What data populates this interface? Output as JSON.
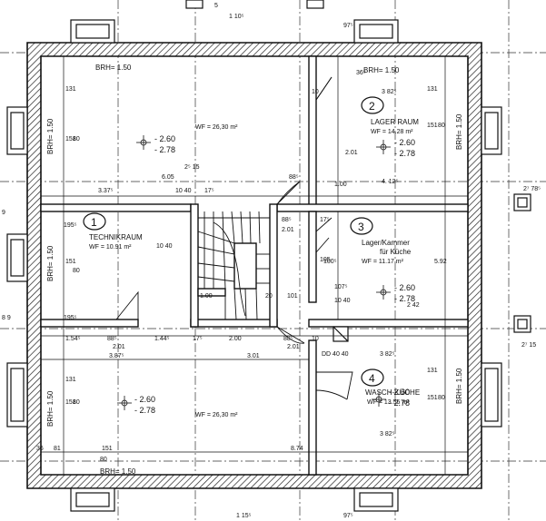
{
  "rooms": [
    {
      "num": "1",
      "name": "TECHNIKRAUM",
      "area": "WF = 10.91 m²"
    },
    {
      "num": "2",
      "name": "LAGER RAUM",
      "area": "WF = 14.28 m²"
    },
    {
      "num": "3",
      "name": "Lager/Kammer",
      "name2": "für Küche",
      "area": "WF = 11.17 m²"
    },
    {
      "num": "4",
      "name": "WASCH-KÜCHE",
      "area": "WF = 13.55 m²"
    }
  ],
  "big_room_areas": {
    "top": "WF = 26,30 m²",
    "bottom": "WF = 26,30 m²"
  },
  "levels": {
    "upper": "- 2.60",
    "lower": "- 2.78"
  },
  "brh": {
    "top_left": "BRH= 1.50",
    "top_right": "BRH= 1.50",
    "bottom_left": "BRH= 1.50",
    "left_upper": "BRH= 1.50",
    "left_middle": "BRH= 1.50",
    "left_lower": "BRH= 1.50",
    "right_upper": "BRH= 1.50",
    "right_lower": "BRH= 1.50"
  },
  "dims": {
    "d_131": "131",
    "d_151": "151",
    "d_80": "80",
    "d_605": "6.05",
    "d_3375": "3.37⁵",
    "d_1040": "10 40",
    "d_175": "17⁵",
    "d_215": "2⁵ 15",
    "d_885": "88⁵",
    "d_4125": "4. 12⁵",
    "d_3825": "3 82⁵",
    "d_365": "36⁵",
    "d_10": "10",
    "d_201": "2.01",
    "d_100": "1.00",
    "d_1955": "195⁵",
    "d_1545": "1.54⁵",
    "d_1445": "1.44⁵",
    "d_200": "2.00",
    "d_3875": "3.87⁵",
    "d_301": "3.01",
    "d_874": "8.74",
    "d_81": "81",
    "d_36": "36",
    "d_592": "5.92",
    "d_242": "2 42",
    "d_1075": "107⁵",
    "d_1055": "105",
    "d_101": "101",
    "d_1040b": "10 40",
    "d_dd": "DD 40 40",
    "d_mid_left": "10 40",
    "d_stair_100": "1.00",
    "d_stair_101": "1 01",
    "d_stair_20": "20",
    "d_top_a": "1 10⁵",
    "d_top_b": "97⁵",
    "d_top_c": "5",
    "d_right_a": "2⁷ 78⁵",
    "d_right_b": "2⁷ 15",
    "d_left_a": "9",
    "d_left_b": "8 9",
    "d_975": "97⁵",
    "d_1155": "1 15⁵",
    "d_1005": "100⁵"
  }
}
